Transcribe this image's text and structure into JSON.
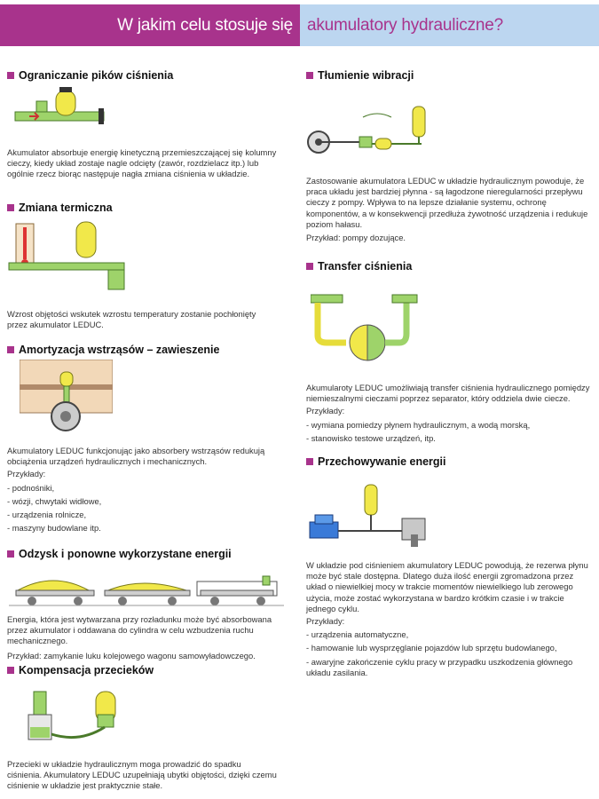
{
  "header": {
    "title_left": "W jakim celu stosuje się",
    "title_right": "akumulatory hydrauliczne?"
  },
  "left": {
    "s1": {
      "title": "Ograniczanie pików ciśnienia",
      "text": "Akumulator absorbuje energię kinetyczną przemieszczającej się kolumny cieczy, kiedy układ zostaje nagle odcięty (zawór, rozdzielacz itp.) lub ogólnie rzecz biorąc następuje nagła zmiana ciśnienia w układzie."
    },
    "s2": {
      "title": "Zmiana termiczna",
      "text": "Wzrost objętości wskutek wzrostu temperatury zostanie pochłonięty przez akumulator LEDUC."
    },
    "s3": {
      "title": "Amortyzacja wstrząsów – zawieszenie",
      "text": "Akumulatory LEDUC funkcjonując jako absorbery wstrząsów redukują obciążenia urządzeń hydraulicznych i mechanicznych.",
      "examples_label": "Przykłady:",
      "items": [
        "podnośniki,",
        "wózji, chwytaki widłowe,",
        "urządzenia rolnicze,",
        "maszyny budowlane itp."
      ]
    },
    "s4": {
      "title": "Odzysk i ponowne wykorzystane energii",
      "text": "Energia, która jest wytwarzana przy rozładunku może być absorbowana przez akumulator i oddawana do cylindra w celu wzbudzenia ruchu mechanicznego.",
      "example": "Przykład: zamykanie luku kolejowego wagonu samowyładowczego."
    },
    "s5": {
      "title": "Kompensacja przecieków",
      "text": "Przecieki w układzie hydraulicznym moga prowadzić do spadku ciśnienia. Akumulatory LEDUC uzupełniają ubytki objętości, dzięki czemu ciśnienie w układzie jest praktycznie stałe."
    }
  },
  "right": {
    "s1": {
      "title": "Tłumienie wibracji",
      "text": "Zastosowanie akumulatora LEDUC w układzie hydraulicznym powoduje, że praca układu jest bardziej płynna - są łagodzone nieregularności przepływu cieczy z pompy. Wpływa to na lepsze działanie systemu, ochronę komponentów, a w konsekwencji przedłuża żywotność urządzenia i redukuje poziom hałasu.",
      "example": "Przykład: pompy dozujące."
    },
    "s2": {
      "title": "Transfer ciśnienia",
      "text": "Akumularoty LEDUC umożliwiają transfer ciśnienia hydraulicznego pomiędzy niemieszalnymi cieczami poprzez separator, który oddziela dwie ciecze.",
      "examples_label": "Przykłady:",
      "items": [
        "wymiana pomiedzy płynem hydraulicznym, a wodą morską,",
        "stanowisko testowe urządzeń, itp."
      ]
    },
    "s3": {
      "title": "Przechowywanie energii",
      "text": "W układzie pod ciśnieniem akumulatory LEDUC powodują, że rezerwa płynu może być stale dostępna. Dlatego duża ilość energii zgromadzona przez układ o niewielkiej mocy w trakcie momentów niewielkiego lub zerowego użycia, może zostać wykorzystana w bardzo krótkim czasie i w trakcie jednego cyklu.",
      "examples_label": "Przykłady:",
      "items": [
        "urządzenia automatyczne,",
        "hamowanie lub wysprzęglanie pojazdów lub sprzętu budowlanego,",
        "awaryjne zakończenie cyklu pracy w przypadku uszkodzenia głównego układu zasilania."
      ]
    }
  }
}
